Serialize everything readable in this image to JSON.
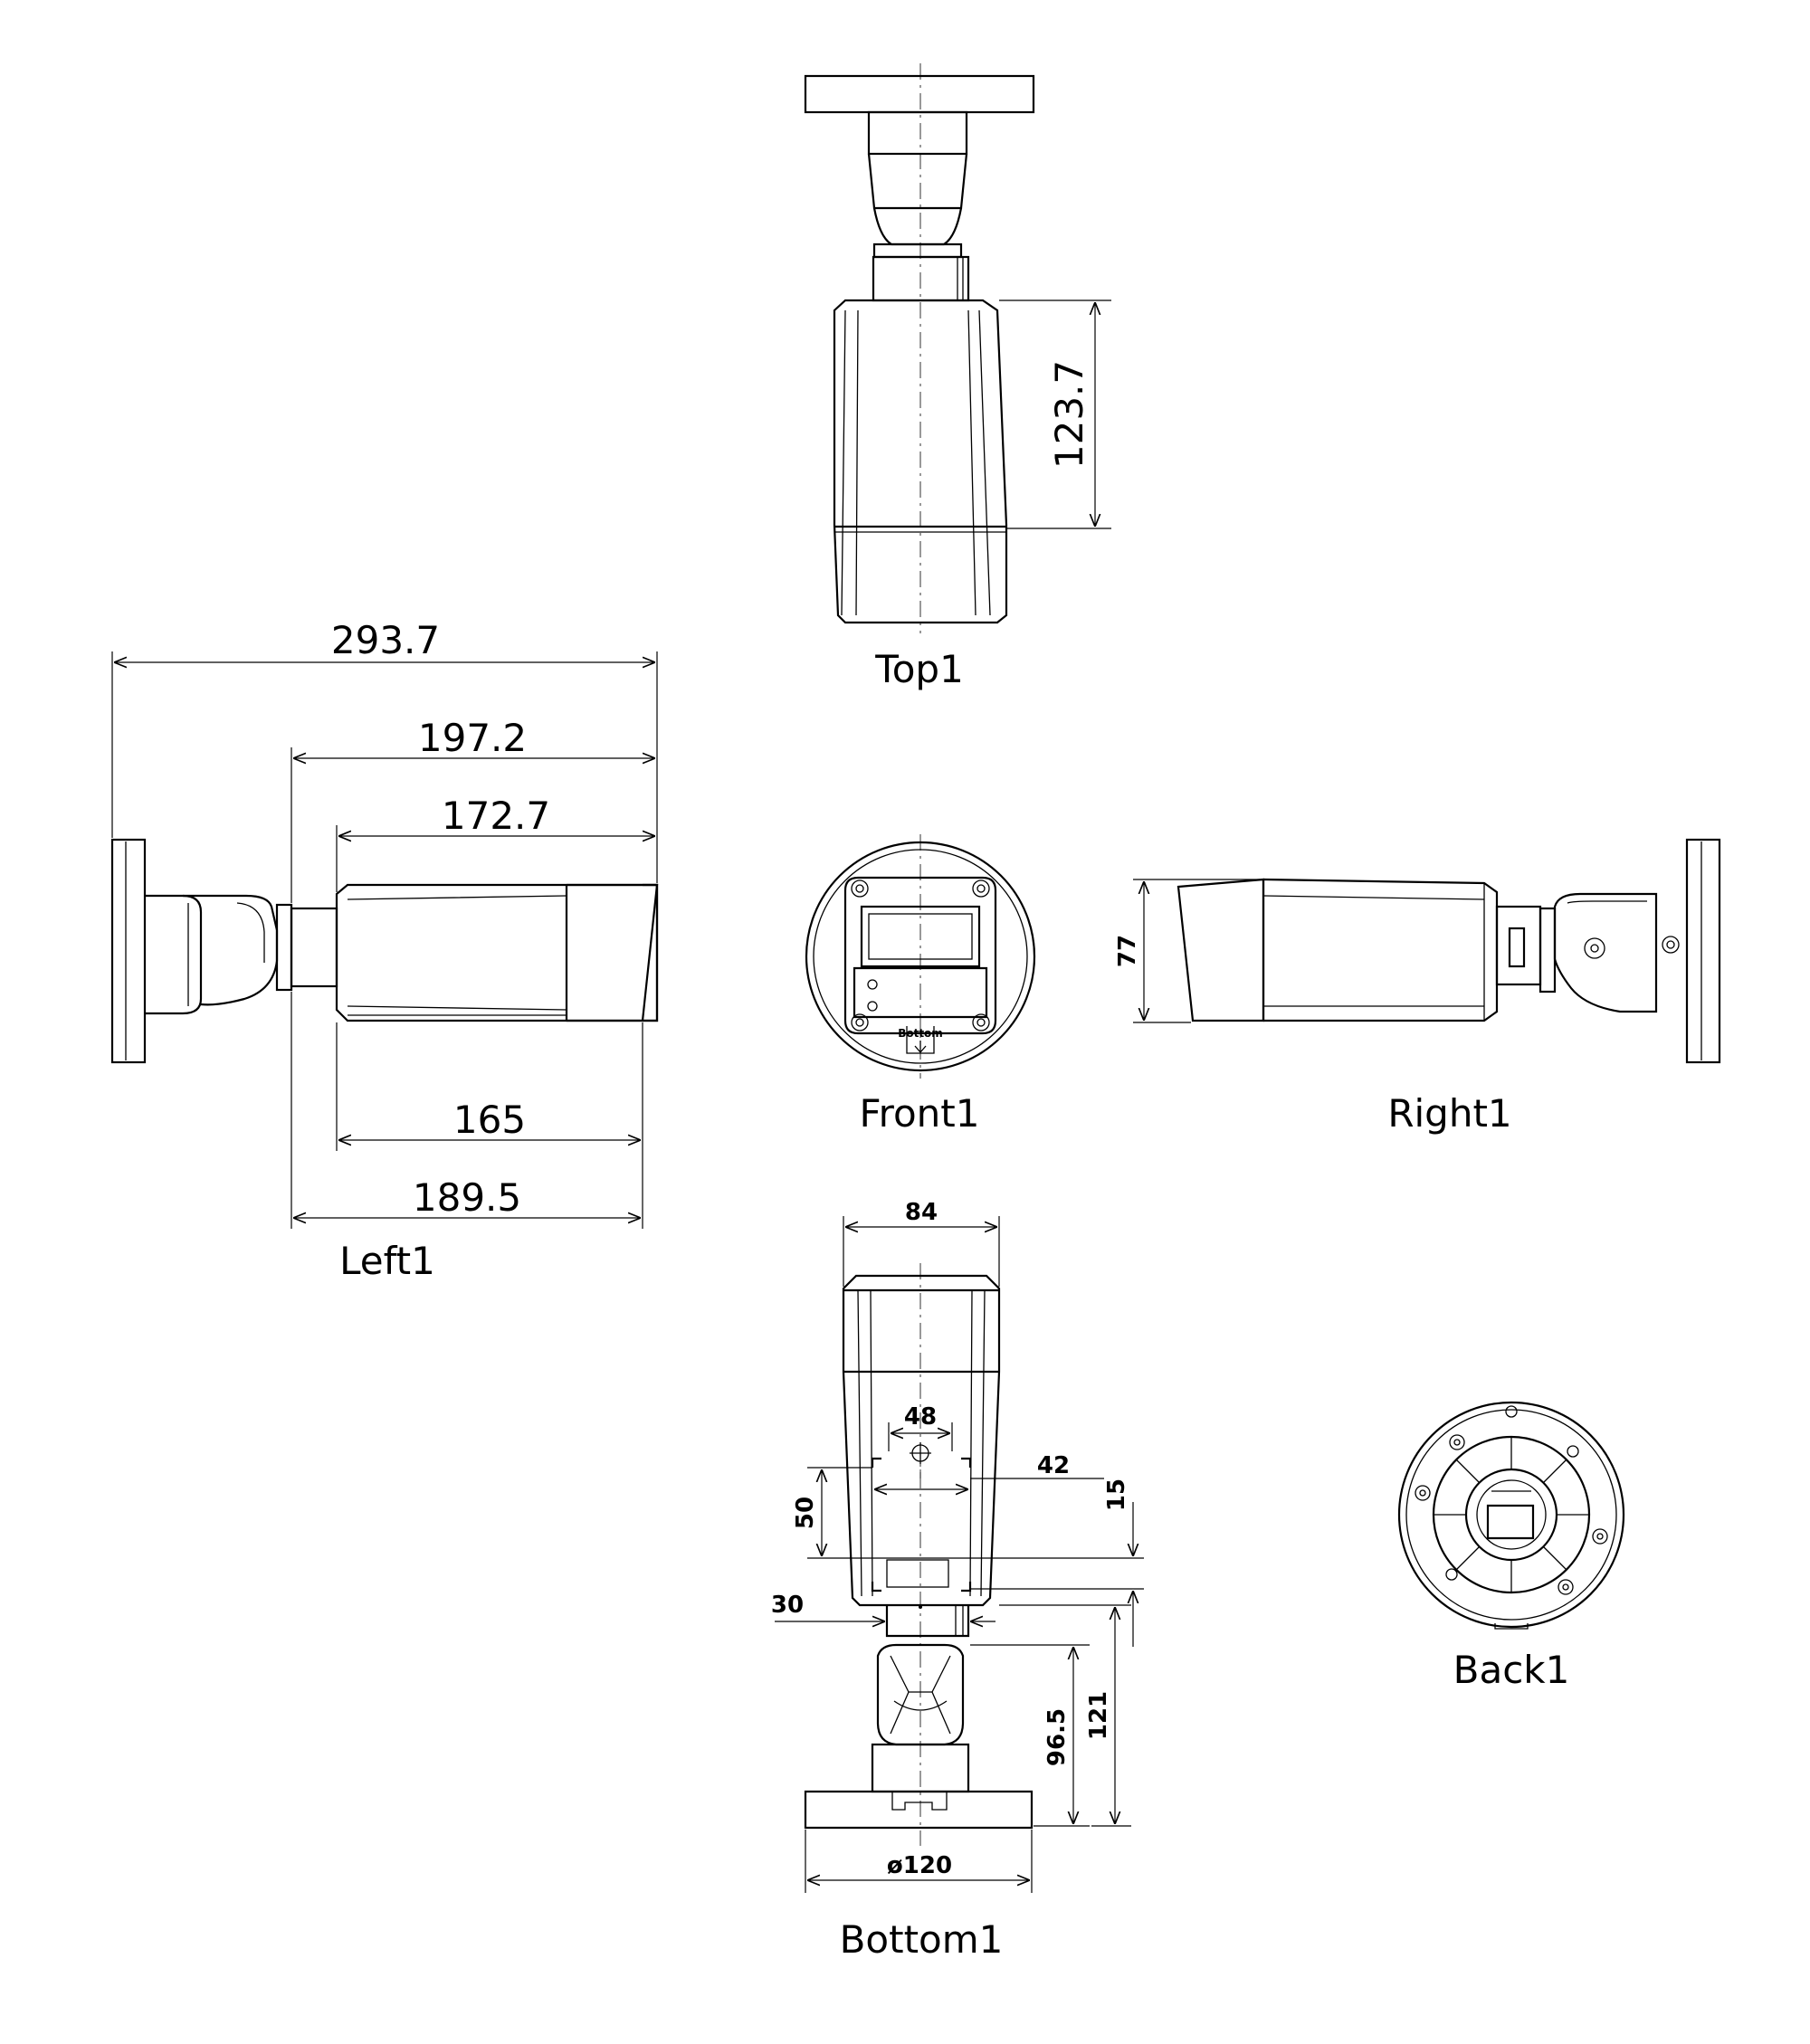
{
  "views": {
    "top": "Top1",
    "left": "Left1",
    "front": "Front1",
    "right": "Right1",
    "bottom": "Bottom1",
    "back": "Back1"
  },
  "dimensions": {
    "top_body_length": "123.7",
    "left_overall": "293.7",
    "left_body_with_neck": "197.2",
    "left_body": "172.7",
    "left_housing": "165",
    "left_housing_with_neck": "189.5",
    "right_height": "77",
    "bottom_width": "84",
    "bottom_hole_spacing": "48",
    "bottom_label_width": "42",
    "bottom_label_height": "50",
    "bottom_offset": "15",
    "bottom_small_width": "30",
    "bottom_mount_height": "96.5",
    "bottom_mount_total": "121",
    "base_diameter": "ø120"
  },
  "front_marking": "Bottom"
}
